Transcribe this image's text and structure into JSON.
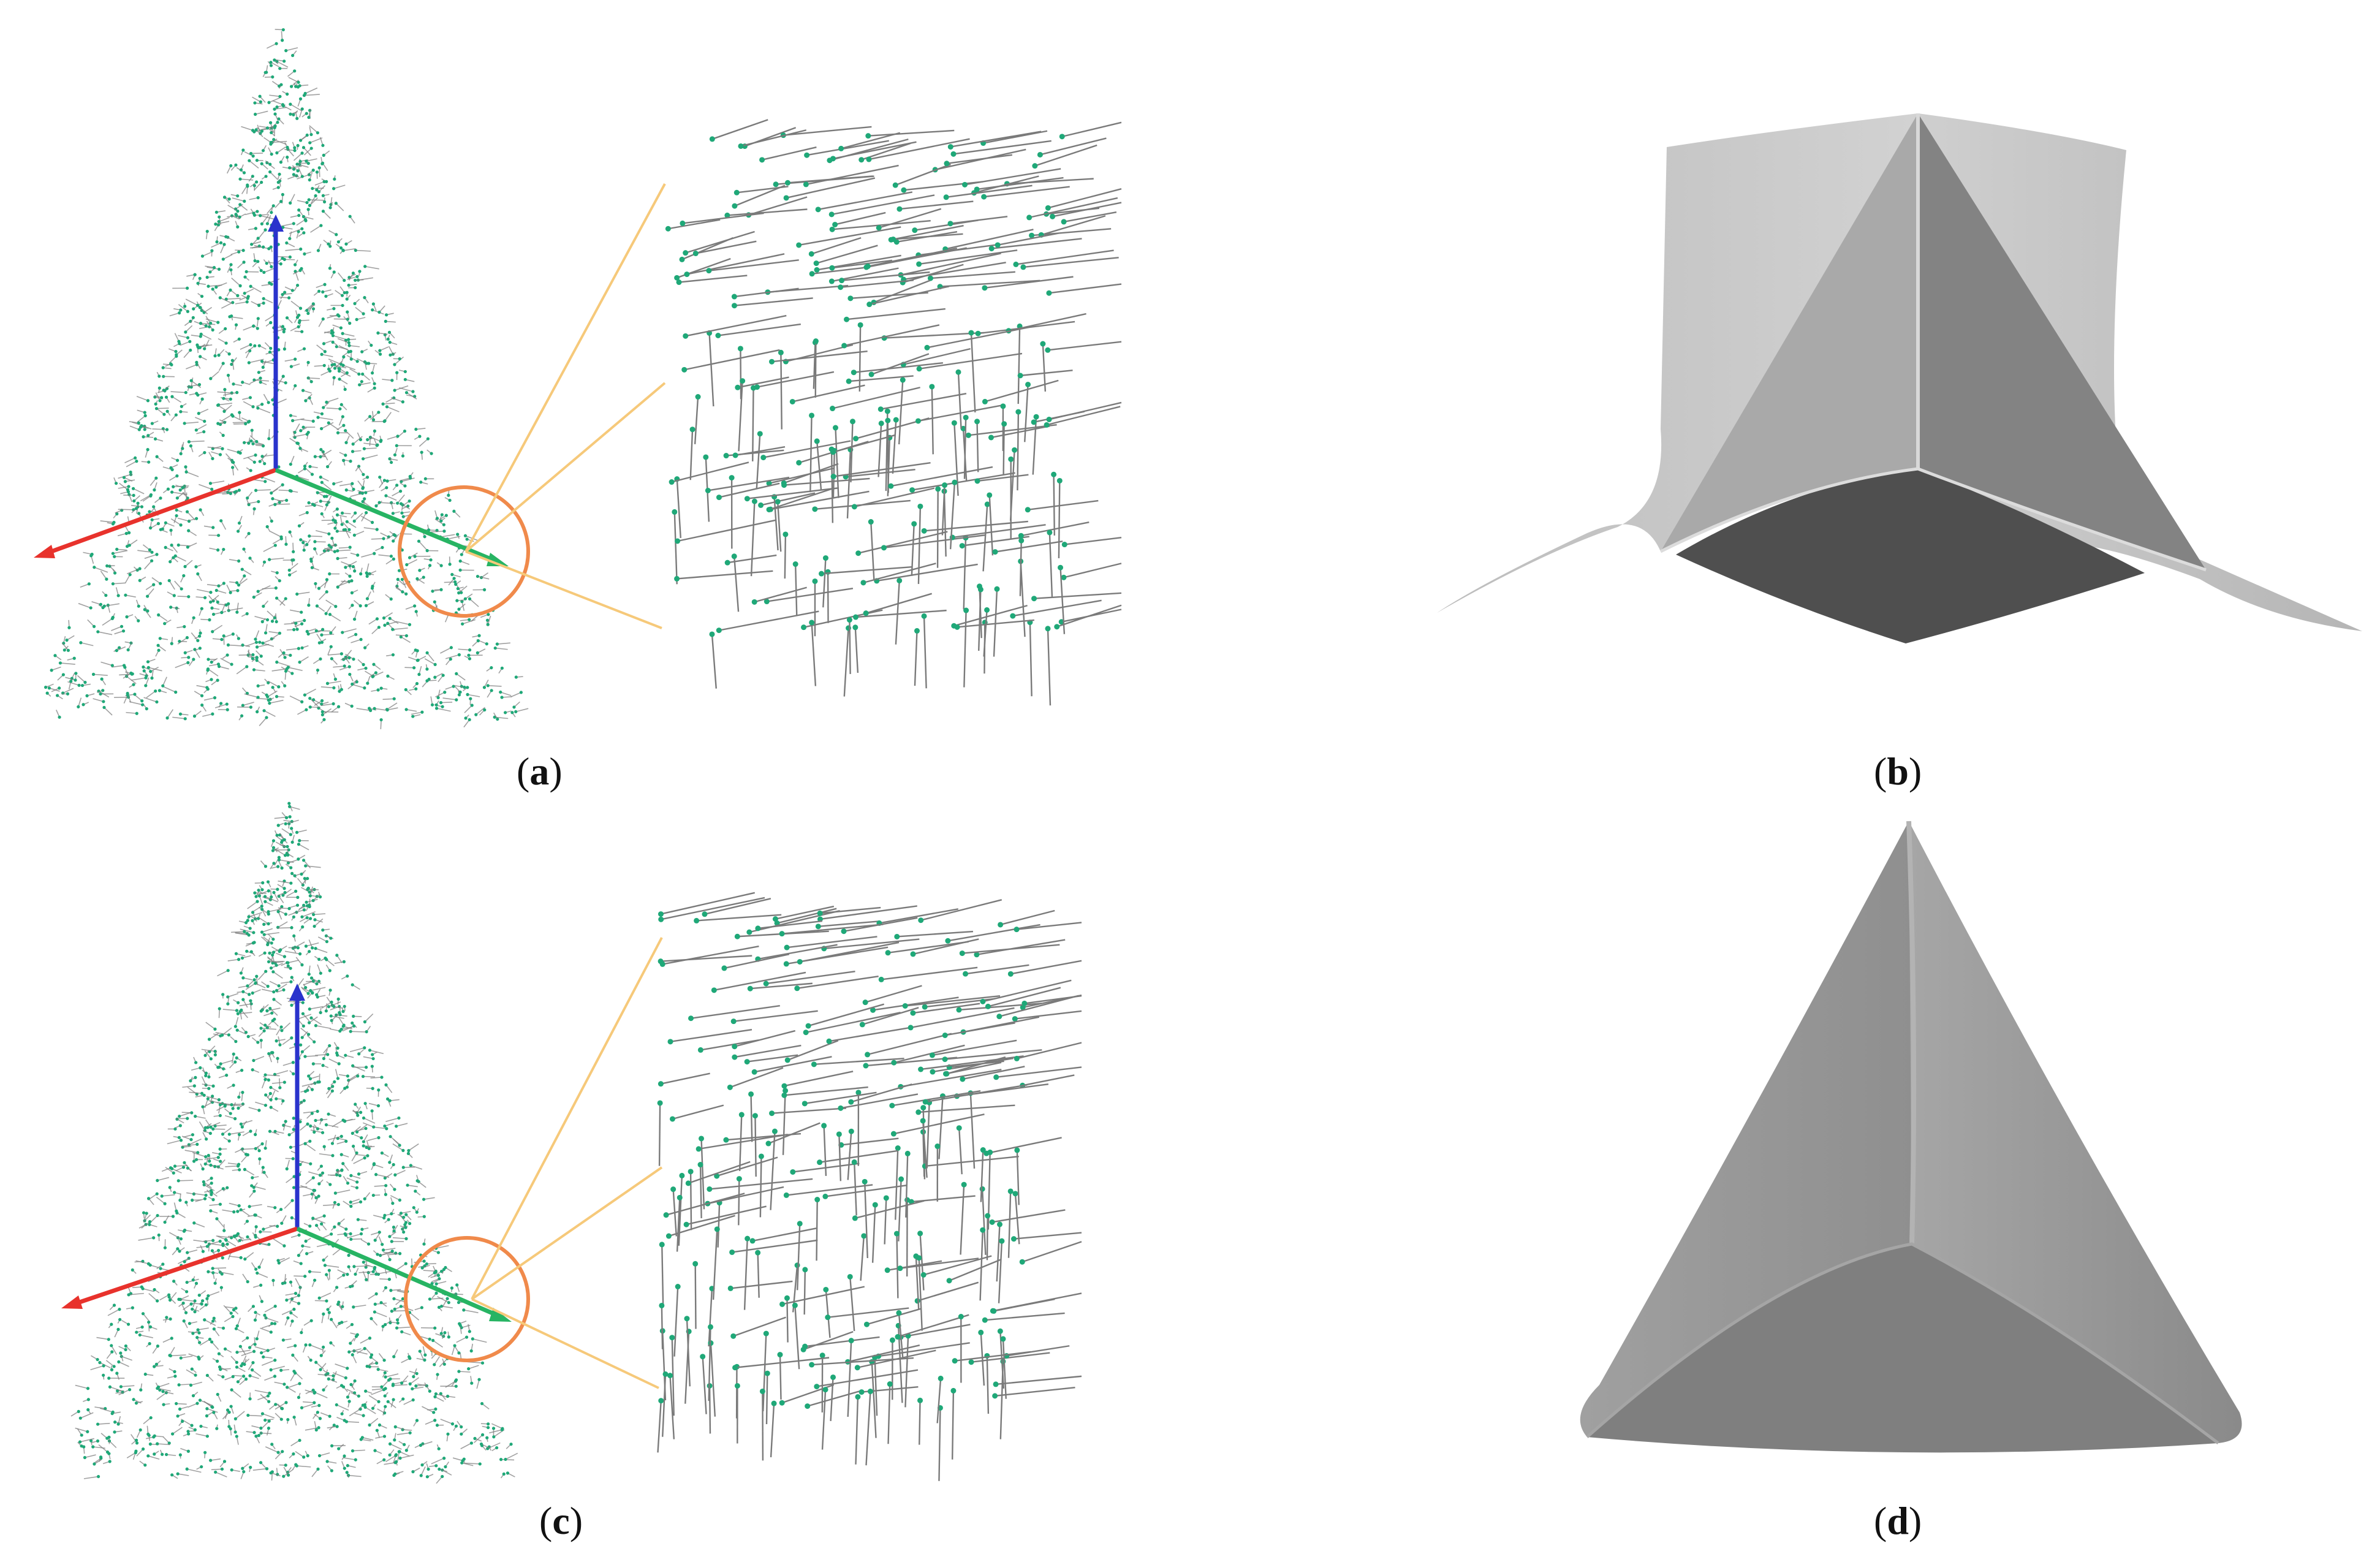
{
  "figure": {
    "panels": [
      {
        "id": "a",
        "label": "a",
        "kind": "oriented-point-cloud-with-zoom"
      },
      {
        "id": "b",
        "label": "b",
        "kind": "shaded-surface-reconstruction"
      },
      {
        "id": "c",
        "label": "c",
        "kind": "oriented-point-cloud-with-zoom"
      },
      {
        "id": "d",
        "label": "d",
        "kind": "shaded-surface-reconstruction"
      }
    ],
    "colors": {
      "axis_x": "#e8322c",
      "axis_y": "#27b463",
      "axis_z": "#2a33cc",
      "point": "#1fa878",
      "normal_line": "#7a7a7a",
      "zoom_circle": "#f08a4b",
      "zoom_connector": "#f6c97a",
      "surface_light": "#c4c4c4",
      "surface_mid": "#8c8c8c",
      "surface_dark": "#555555"
    }
  }
}
